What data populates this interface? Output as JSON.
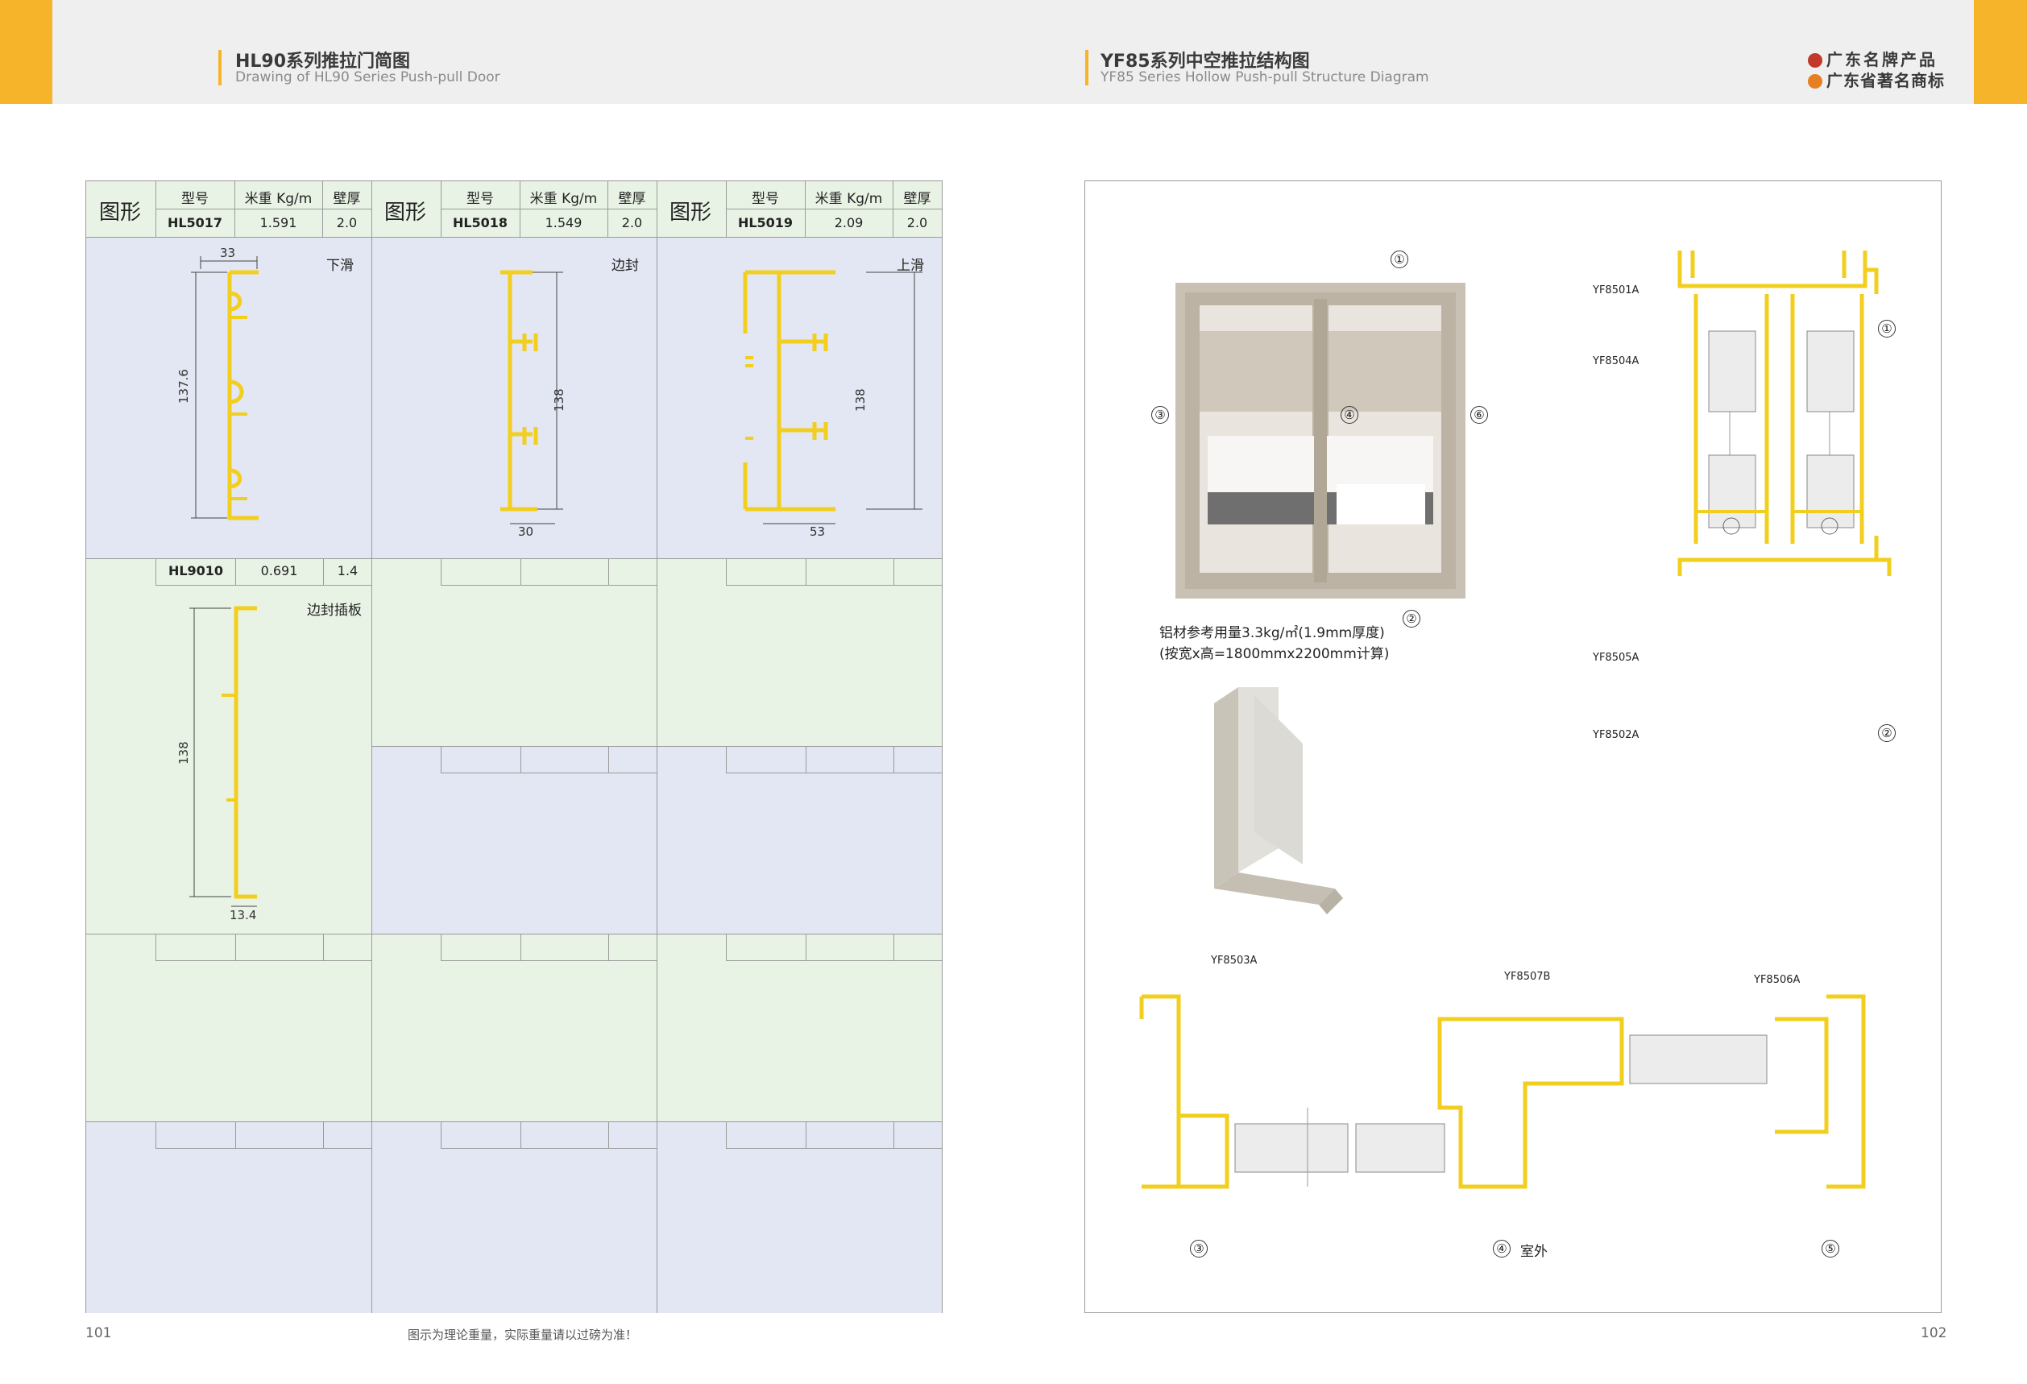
{
  "header": {
    "left_title_cn": "HL90系列推拉门简图",
    "left_title_en": "Drawing of HL90 Series Push-pull Door",
    "right_title_cn": "YF85系列中空推拉结构图",
    "right_title_en": "YF85 Series Hollow Push-pull Structure Diagram",
    "brand_line1": "广东名牌产品",
    "brand_line2": "广东省著名商标",
    "accent_color": "#f6b42a"
  },
  "table": {
    "header_shape": "图形",
    "header_model": "型号",
    "header_weight": "米重 Kg/m",
    "header_thickness": "壁厚",
    "products": [
      {
        "code": "HL5017",
        "weight": "1.591",
        "thickness": "2.0",
        "name": "下滑",
        "dim_w": "33",
        "dim_h": "137.6"
      },
      {
        "code": "HL5018",
        "weight": "1.549",
        "thickness": "2.0",
        "name": "边封",
        "dim_w": "30",
        "dim_h": "138"
      },
      {
        "code": "HL5019",
        "weight": "2.09",
        "thickness": "2.0",
        "name": "上滑",
        "dim_w": "53",
        "dim_h": "138"
      },
      {
        "code": "HL9010",
        "weight": "0.691",
        "thickness": "1.4",
        "name": "边封插板",
        "dim_w": "13.4",
        "dim_h": "138"
      }
    ]
  },
  "structure": {
    "caption_line1": "铝材参考用量3.3kg/㎡(1.9mm厚度)",
    "caption_line2": "(按宽x高=1800mmx2200mm计算)",
    "callouts": [
      "①",
      "②",
      "③",
      "④",
      "⑤",
      "⑥"
    ],
    "vertical_parts": [
      "YF8501A",
      "YF8504A",
      "YF8505A",
      "YF8502A"
    ],
    "horizontal_parts": [
      "YF8503A",
      "YF8507B",
      "YF8506A"
    ],
    "outside_label": "室外",
    "profile_color": "#f2cf1e"
  },
  "footer": {
    "left_page": "101",
    "right_page": "102",
    "note": "图示为理论重量，实际重量请以过磅为准！"
  }
}
